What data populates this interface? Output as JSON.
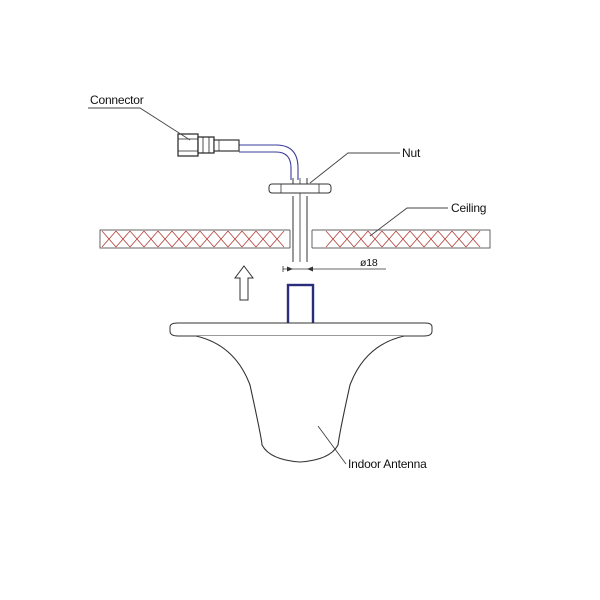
{
  "labels": {
    "connector": "Connector",
    "nut": "Nut",
    "ceiling": "Ceiling",
    "indoor_antenna": "Indoor Antenna",
    "diameter": "ø18"
  },
  "colors": {
    "ink": "#333333",
    "cable": "#3a3d9a",
    "ceiling_hatch": "#b5413a",
    "leader": "#444444"
  }
}
